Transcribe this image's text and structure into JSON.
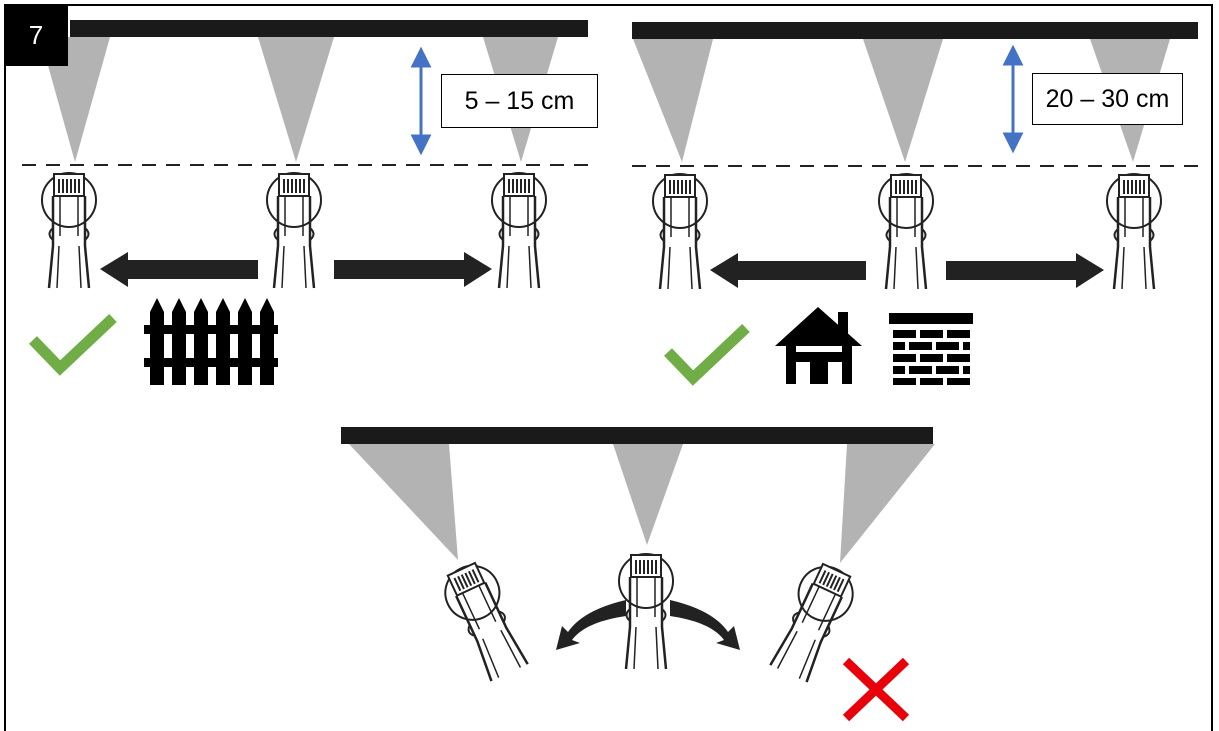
{
  "step_number": "7",
  "panels": {
    "fence": {
      "distance_label": "5 – 15 cm",
      "status": "correct",
      "surface_icons": [
        "fence-icon"
      ]
    },
    "house": {
      "distance_label": "20 – 30 cm",
      "status": "correct",
      "surface_icons": [
        "house-icon",
        "brick-wall-icon"
      ]
    },
    "wrong": {
      "status": "incorrect"
    }
  },
  "colors": {
    "check": "#70ad47",
    "cross": "#e8000b",
    "distance_arrow": "#4472c4",
    "spray": "#b3b3b3",
    "surface": "#1a1a1a"
  }
}
